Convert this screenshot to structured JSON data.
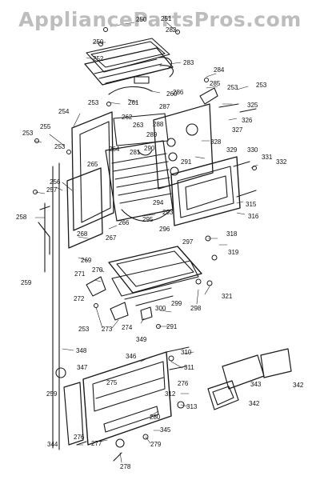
{
  "watermark": "AppliancePartsPros.com",
  "callouts": [
    "250",
    "251",
    "282",
    "250",
    "252",
    "283",
    "284",
    "285",
    "253",
    "253",
    "260",
    "261",
    "253",
    "254",
    "255",
    "262",
    "263",
    "286",
    "287",
    "325",
    "326",
    "327",
    "328",
    "288",
    "289",
    "290",
    "253",
    "264",
    "265",
    "281",
    "291",
    "329",
    "330",
    "331",
    "332",
    "253",
    "256",
    "257",
    "266",
    "294",
    "295",
    "293",
    "258",
    "267",
    "268",
    "315",
    "316",
    "296",
    "297",
    "318",
    "319",
    "269",
    "270",
    "271",
    "272",
    "259",
    "299",
    "298",
    "300",
    "321",
    "253",
    "273",
    "274",
    "349",
    "291",
    "310",
    "311",
    "346",
    "348",
    "347",
    "275",
    "276",
    "312",
    "259",
    "343",
    "342",
    "342",
    "313",
    "280",
    "345",
    "276",
    "277",
    "279",
    "344",
    "278"
  ]
}
